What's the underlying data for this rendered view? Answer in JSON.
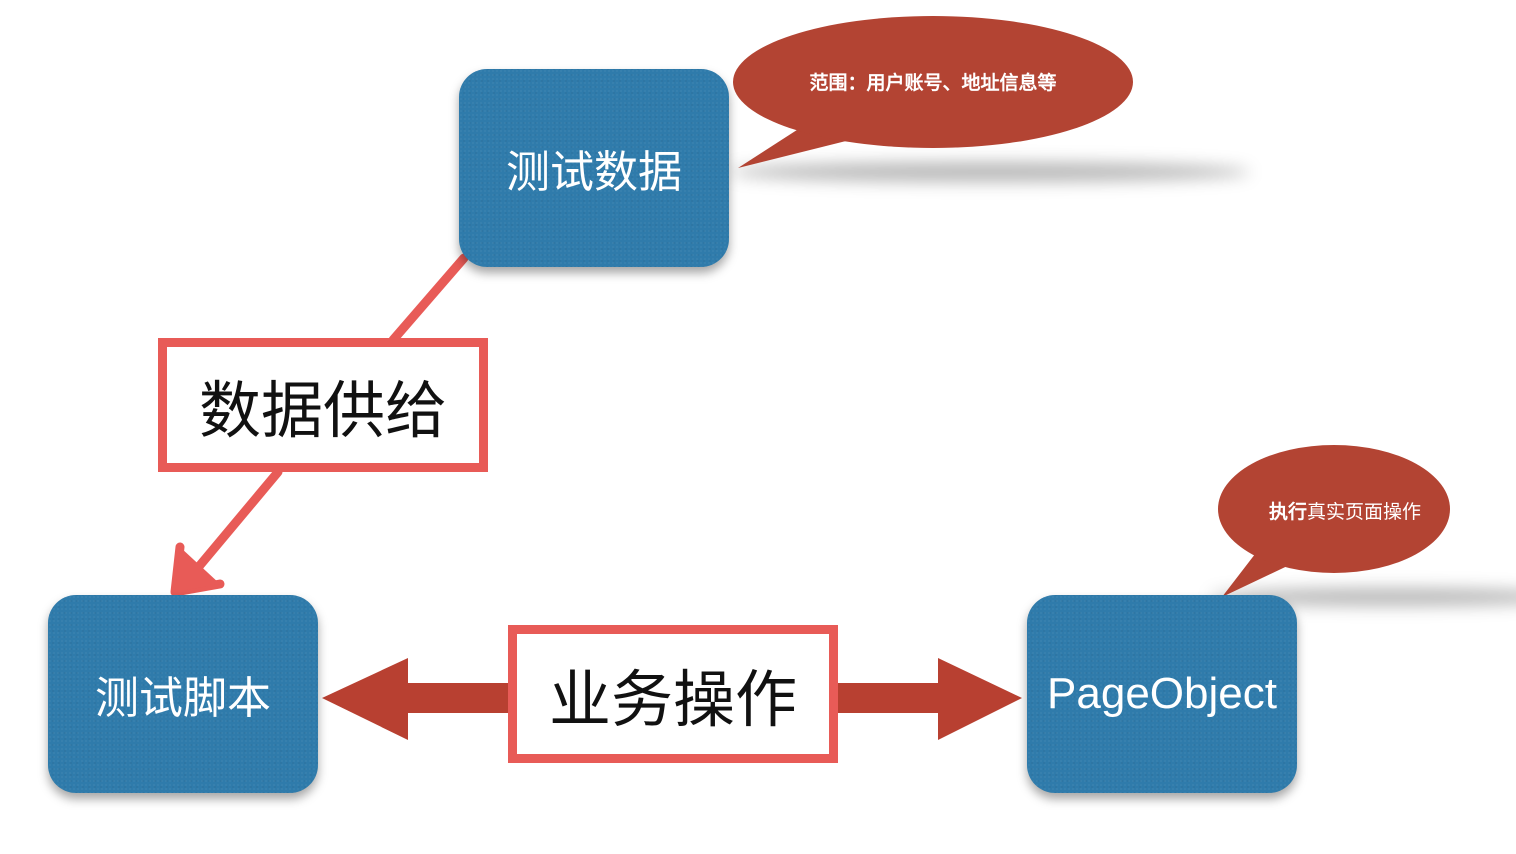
{
  "diagram": {
    "nodes": {
      "test_data": {
        "label": "测试数据"
      },
      "test_script": {
        "label": "测试脚本"
      },
      "page_object": {
        "label": "PageObject"
      }
    },
    "edges": {
      "data_supply": {
        "label": "数据供给",
        "from": "测试数据",
        "to": "测试脚本"
      },
      "business_ops": {
        "label": "业务操作",
        "from": "测试脚本",
        "to": "PageObject",
        "bidirectional": true
      }
    },
    "callouts": {
      "data_scope": {
        "text": "范围：用户账号、地址信息等"
      },
      "page_object_note": {
        "bold_text": "执行",
        "text": "真实页面操作"
      }
    }
  },
  "colors": {
    "node_fill": "#2f7bab",
    "callout_fill": "#b34433",
    "arrow_red": "#b84031",
    "sketch_red": "#e85b57",
    "text_dark": "#111111",
    "text_light": "#ffffff"
  }
}
